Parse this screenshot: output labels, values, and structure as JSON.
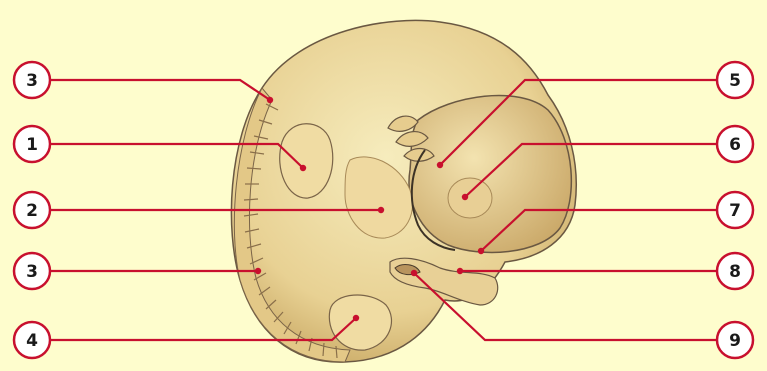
{
  "colors": {
    "background": "#fefdcd",
    "leader_line": "#c8102e",
    "label_circle_stroke": "#c8102e",
    "label_circle_fill": "#ffffff",
    "embryo_fill": "#ecd9a0",
    "embryo_shade": "#c8aa6a",
    "embryo_outline": "#5a4a3a"
  },
  "labels": {
    "left_top_3": "3",
    "left_1": "1",
    "left_2": "2",
    "left_bottom_3": "3",
    "left_4": "4",
    "right_5": "5",
    "right_6": "6",
    "right_7": "7",
    "right_8": "8",
    "right_9": "9"
  }
}
